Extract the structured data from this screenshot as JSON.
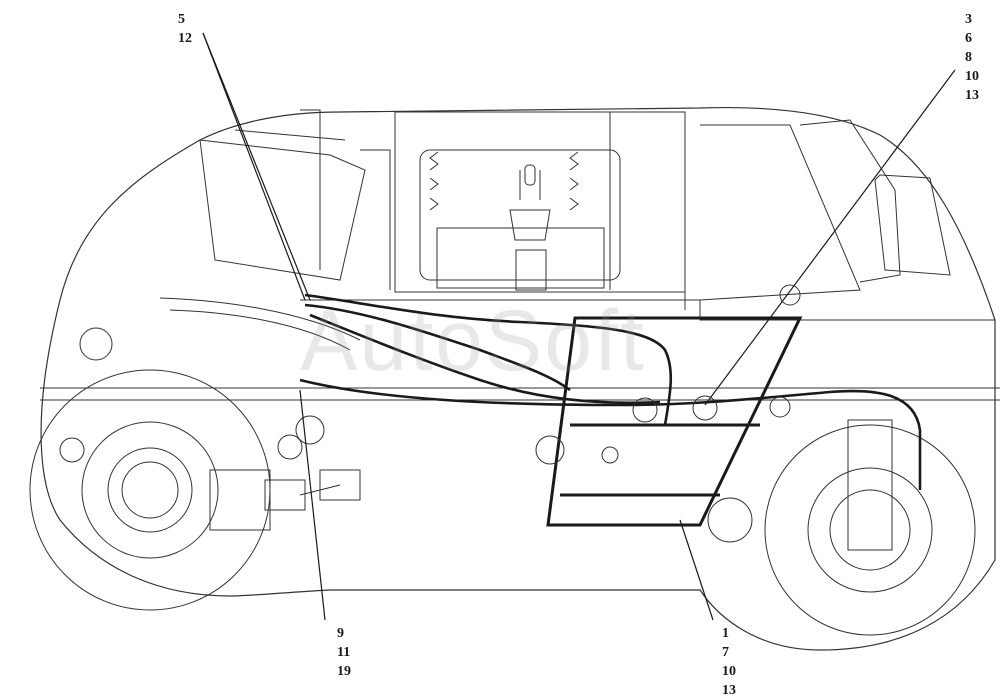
{
  "callouts": {
    "top_left": [
      "5",
      "12"
    ],
    "top_right": [
      "3",
      "6",
      "8",
      "10",
      "13"
    ],
    "bottom_left": [
      "9",
      "11",
      "19"
    ],
    "bottom_right": [
      "1",
      "7",
      "10",
      "13"
    ]
  },
  "watermark": "AutoSoft",
  "colors": {
    "line": "#1a1a1a",
    "thin": "#333333",
    "background": "#ffffff"
  }
}
